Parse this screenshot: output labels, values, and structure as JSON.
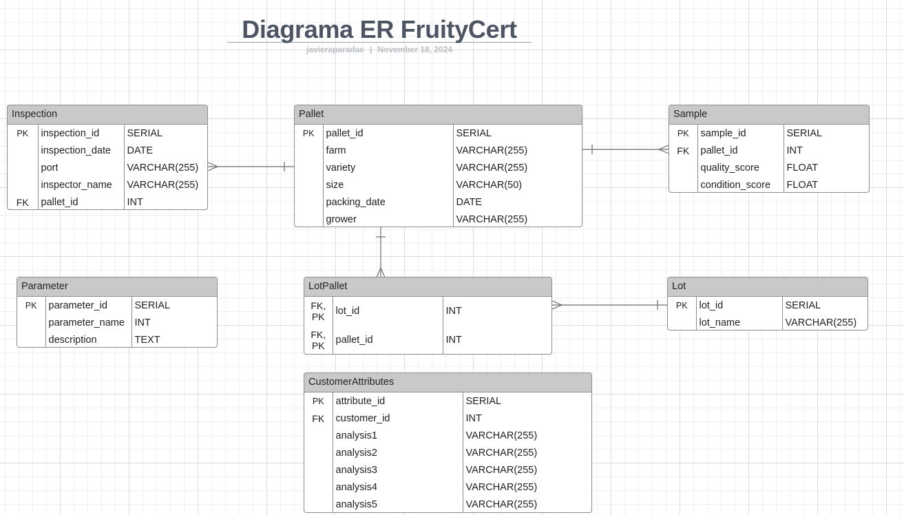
{
  "diagram": {
    "title": "Diagrama ER FruityCert",
    "author": "javieraparadae",
    "separator": "|",
    "date": "November 18, 2024"
  },
  "entities": {
    "inspection": {
      "name": "Inspection",
      "rows": [
        {
          "key": "PK",
          "col": "inspection_id",
          "type": "SERIAL"
        },
        {
          "key": "",
          "col": "inspection_date",
          "type": "DATE"
        },
        {
          "key": "",
          "col": "port",
          "type": "VARCHAR(255)"
        },
        {
          "key": "",
          "col": "inspector_name",
          "type": "VARCHAR(255)"
        },
        {
          "key": "FK",
          "col": "pallet_id",
          "type": "INT"
        }
      ]
    },
    "pallet": {
      "name": "Pallet",
      "rows": [
        {
          "key": "PK",
          "col": "pallet_id",
          "type": "SERIAL"
        },
        {
          "key": "",
          "col": "farm",
          "type": "VARCHAR(255)"
        },
        {
          "key": "",
          "col": "variety",
          "type": "VARCHAR(255)"
        },
        {
          "key": "",
          "col": "size",
          "type": "VARCHAR(50)"
        },
        {
          "key": "",
          "col": "packing_date",
          "type": "DATE"
        },
        {
          "key": "",
          "col": "grower",
          "type": "VARCHAR(255)"
        }
      ]
    },
    "sample": {
      "name": "Sample",
      "rows": [
        {
          "key": "PK",
          "col": "sample_id",
          "type": "SERIAL"
        },
        {
          "key": "FK",
          "col": "pallet_id",
          "type": "INT"
        },
        {
          "key": "",
          "col": "quality_score",
          "type": "FLOAT"
        },
        {
          "key": "",
          "col": "condition_score",
          "type": "FLOAT"
        }
      ]
    },
    "parameter": {
      "name": "Parameter",
      "rows": [
        {
          "key": "PK",
          "col": "parameter_id",
          "type": "SERIAL"
        },
        {
          "key": "",
          "col": "parameter_name",
          "type": "INT"
        },
        {
          "key": "",
          "col": "description",
          "type": "TEXT"
        }
      ]
    },
    "lotpallet": {
      "name": "LotPallet",
      "rows": [
        {
          "key": "FK, PK",
          "col": "lot_id",
          "type": "INT"
        },
        {
          "key": "FK, PK",
          "col": "pallet_id",
          "type": "INT"
        }
      ]
    },
    "lot": {
      "name": "Lot",
      "rows": [
        {
          "key": "PK",
          "col": "lot_id",
          "type": "SERIAL"
        },
        {
          "key": "",
          "col": "lot_name",
          "type": "VARCHAR(255)"
        }
      ]
    },
    "customer_attributes": {
      "name": "CustomerAttributes",
      "rows": [
        {
          "key": "PK",
          "col": "attribute_id",
          "type": "SERIAL"
        },
        {
          "key": "FK",
          "col": "customer_id",
          "type": "INT"
        },
        {
          "key": "",
          "col": "analysis1",
          "type": "VARCHAR(255)"
        },
        {
          "key": "",
          "col": "analysis2",
          "type": "VARCHAR(255)"
        },
        {
          "key": "",
          "col": "analysis3",
          "type": "VARCHAR(255)"
        },
        {
          "key": "",
          "col": "analysis4",
          "type": "VARCHAR(255)"
        },
        {
          "key": "",
          "col": "analysis5",
          "type": "VARCHAR(255)"
        }
      ]
    }
  },
  "relationships": [
    {
      "from": "inspection",
      "to": "pallet",
      "from_end": "many",
      "to_end": "one"
    },
    {
      "from": "pallet",
      "to": "sample",
      "from_end": "one",
      "to_end": "many"
    },
    {
      "from": "pallet",
      "to": "lotpallet",
      "from_end": "one",
      "to_end": "many"
    },
    {
      "from": "lotpallet",
      "to": "lot",
      "from_end": "many",
      "to_end": "one"
    }
  ],
  "colors": {
    "header_fill": "#c9c9c9",
    "border": "#8c8c8c",
    "title_text": "#4d5564",
    "subtitle_text": "#b9bdc3",
    "connector": "#6b6b6b"
  }
}
